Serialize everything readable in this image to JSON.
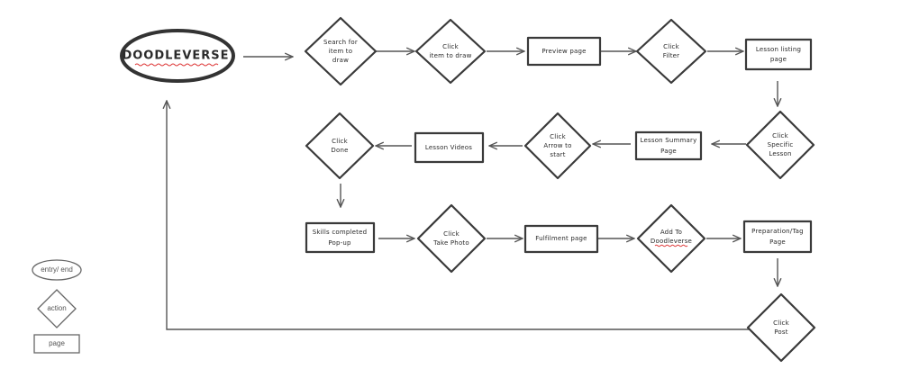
{
  "start": "DOODLEVERSE",
  "steps": {
    "search": [
      "Search for",
      "item to",
      "draw"
    ],
    "click_item": [
      "Click",
      "item to draw"
    ],
    "preview": [
      "Preview page"
    ],
    "click_filter": [
      "Click",
      "Filter"
    ],
    "listing": [
      "Lesson listing",
      "page"
    ],
    "click_lesson": [
      "Click",
      "Specific",
      "Lesson"
    ],
    "summary": [
      "Lesson Summary",
      "Page"
    ],
    "click_arrow": [
      "Click",
      "Arrow to",
      "start"
    ],
    "videos": [
      "Lesson Videos"
    ],
    "click_done": [
      "Click",
      "Done"
    ],
    "skills": [
      "Skills completed",
      "Pop-up"
    ],
    "take_photo": [
      "Click",
      "Take Photo"
    ],
    "fulfilment": [
      "Fulfilment page"
    ],
    "add_to": [
      "Add To",
      "Doodleverse"
    ],
    "prep": [
      "Preparation/Tag",
      "Page"
    ],
    "click_post": [
      "Click",
      "Post"
    ]
  },
  "legend": {
    "entry": "entry/ end",
    "action": "action",
    "page": "page"
  }
}
